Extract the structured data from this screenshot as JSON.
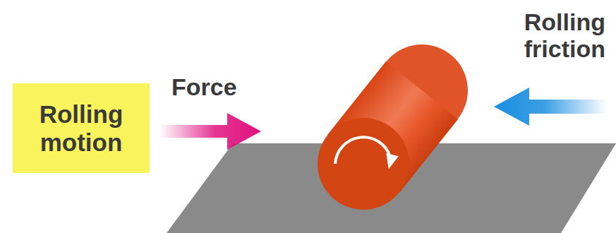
{
  "diagram": {
    "nodes": [
      {
        "text": [
          "Rolling motion"
        ]
      }
    ],
    "labels": [
      "Force",
      "Rolling friction"
    ]
  }
}
